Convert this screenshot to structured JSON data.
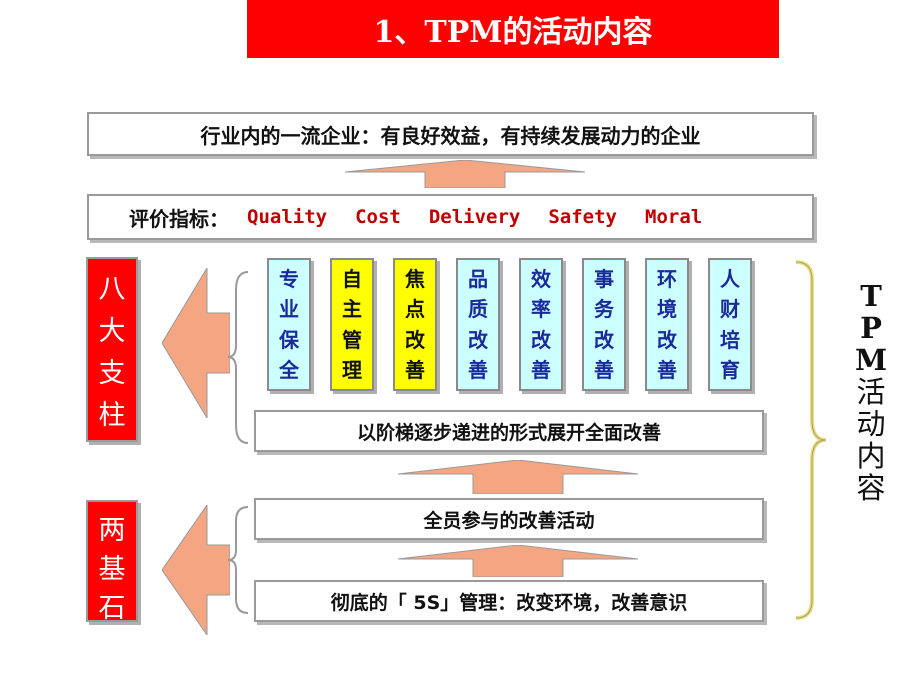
{
  "title": "1、TPM的活动内容",
  "goal": "行业内的一流企业：有良好效益，有持续发展动力的企业",
  "evaluation": {
    "label": "评价指标：",
    "metrics": [
      "Quality",
      "Cost",
      "Delivery",
      "Safety",
      "Moral"
    ]
  },
  "pillars": [
    {
      "chars": [
        "专",
        "业",
        "保",
        "全"
      ],
      "color": "#ccffff"
    },
    {
      "chars": [
        "自",
        "主",
        "管",
        "理"
      ],
      "color": "#ffff00"
    },
    {
      "chars": [
        "焦",
        "点",
        "改",
        "善"
      ],
      "color": "#ffff00"
    },
    {
      "chars": [
        "品",
        "质",
        "改",
        "善"
      ],
      "color": "#ccffff"
    },
    {
      "chars": [
        "效",
        "率",
        "改",
        "善"
      ],
      "color": "#ccffff"
    },
    {
      "chars": [
        "事",
        "务",
        "改",
        "善"
      ],
      "color": "#ccffff"
    },
    {
      "chars": [
        "环",
        "境",
        "改",
        "善"
      ],
      "color": "#ccffff"
    },
    {
      "chars": [
        "人",
        "财",
        "培",
        "育"
      ],
      "color": "#ccffff"
    }
  ],
  "stair_text": "以阶梯逐步递进的形式展开全面改善",
  "all_staff_text": "全员参与的改善活动",
  "five_s_text": "彻底的「 5S」管理：改变环境，改善意识",
  "pillars_label": [
    "八",
    "大",
    "支",
    "柱"
  ],
  "base_label": [
    "两",
    "基",
    "石"
  ],
  "tpm_label": [
    "T",
    "P",
    "M",
    "活",
    "动",
    "内",
    "容"
  ],
  "colors": {
    "title_bg": "#ff0000",
    "metric_text": "#c00000",
    "arrow_fill": "#f4a582",
    "pillar_text": "#1a2a9a"
  }
}
